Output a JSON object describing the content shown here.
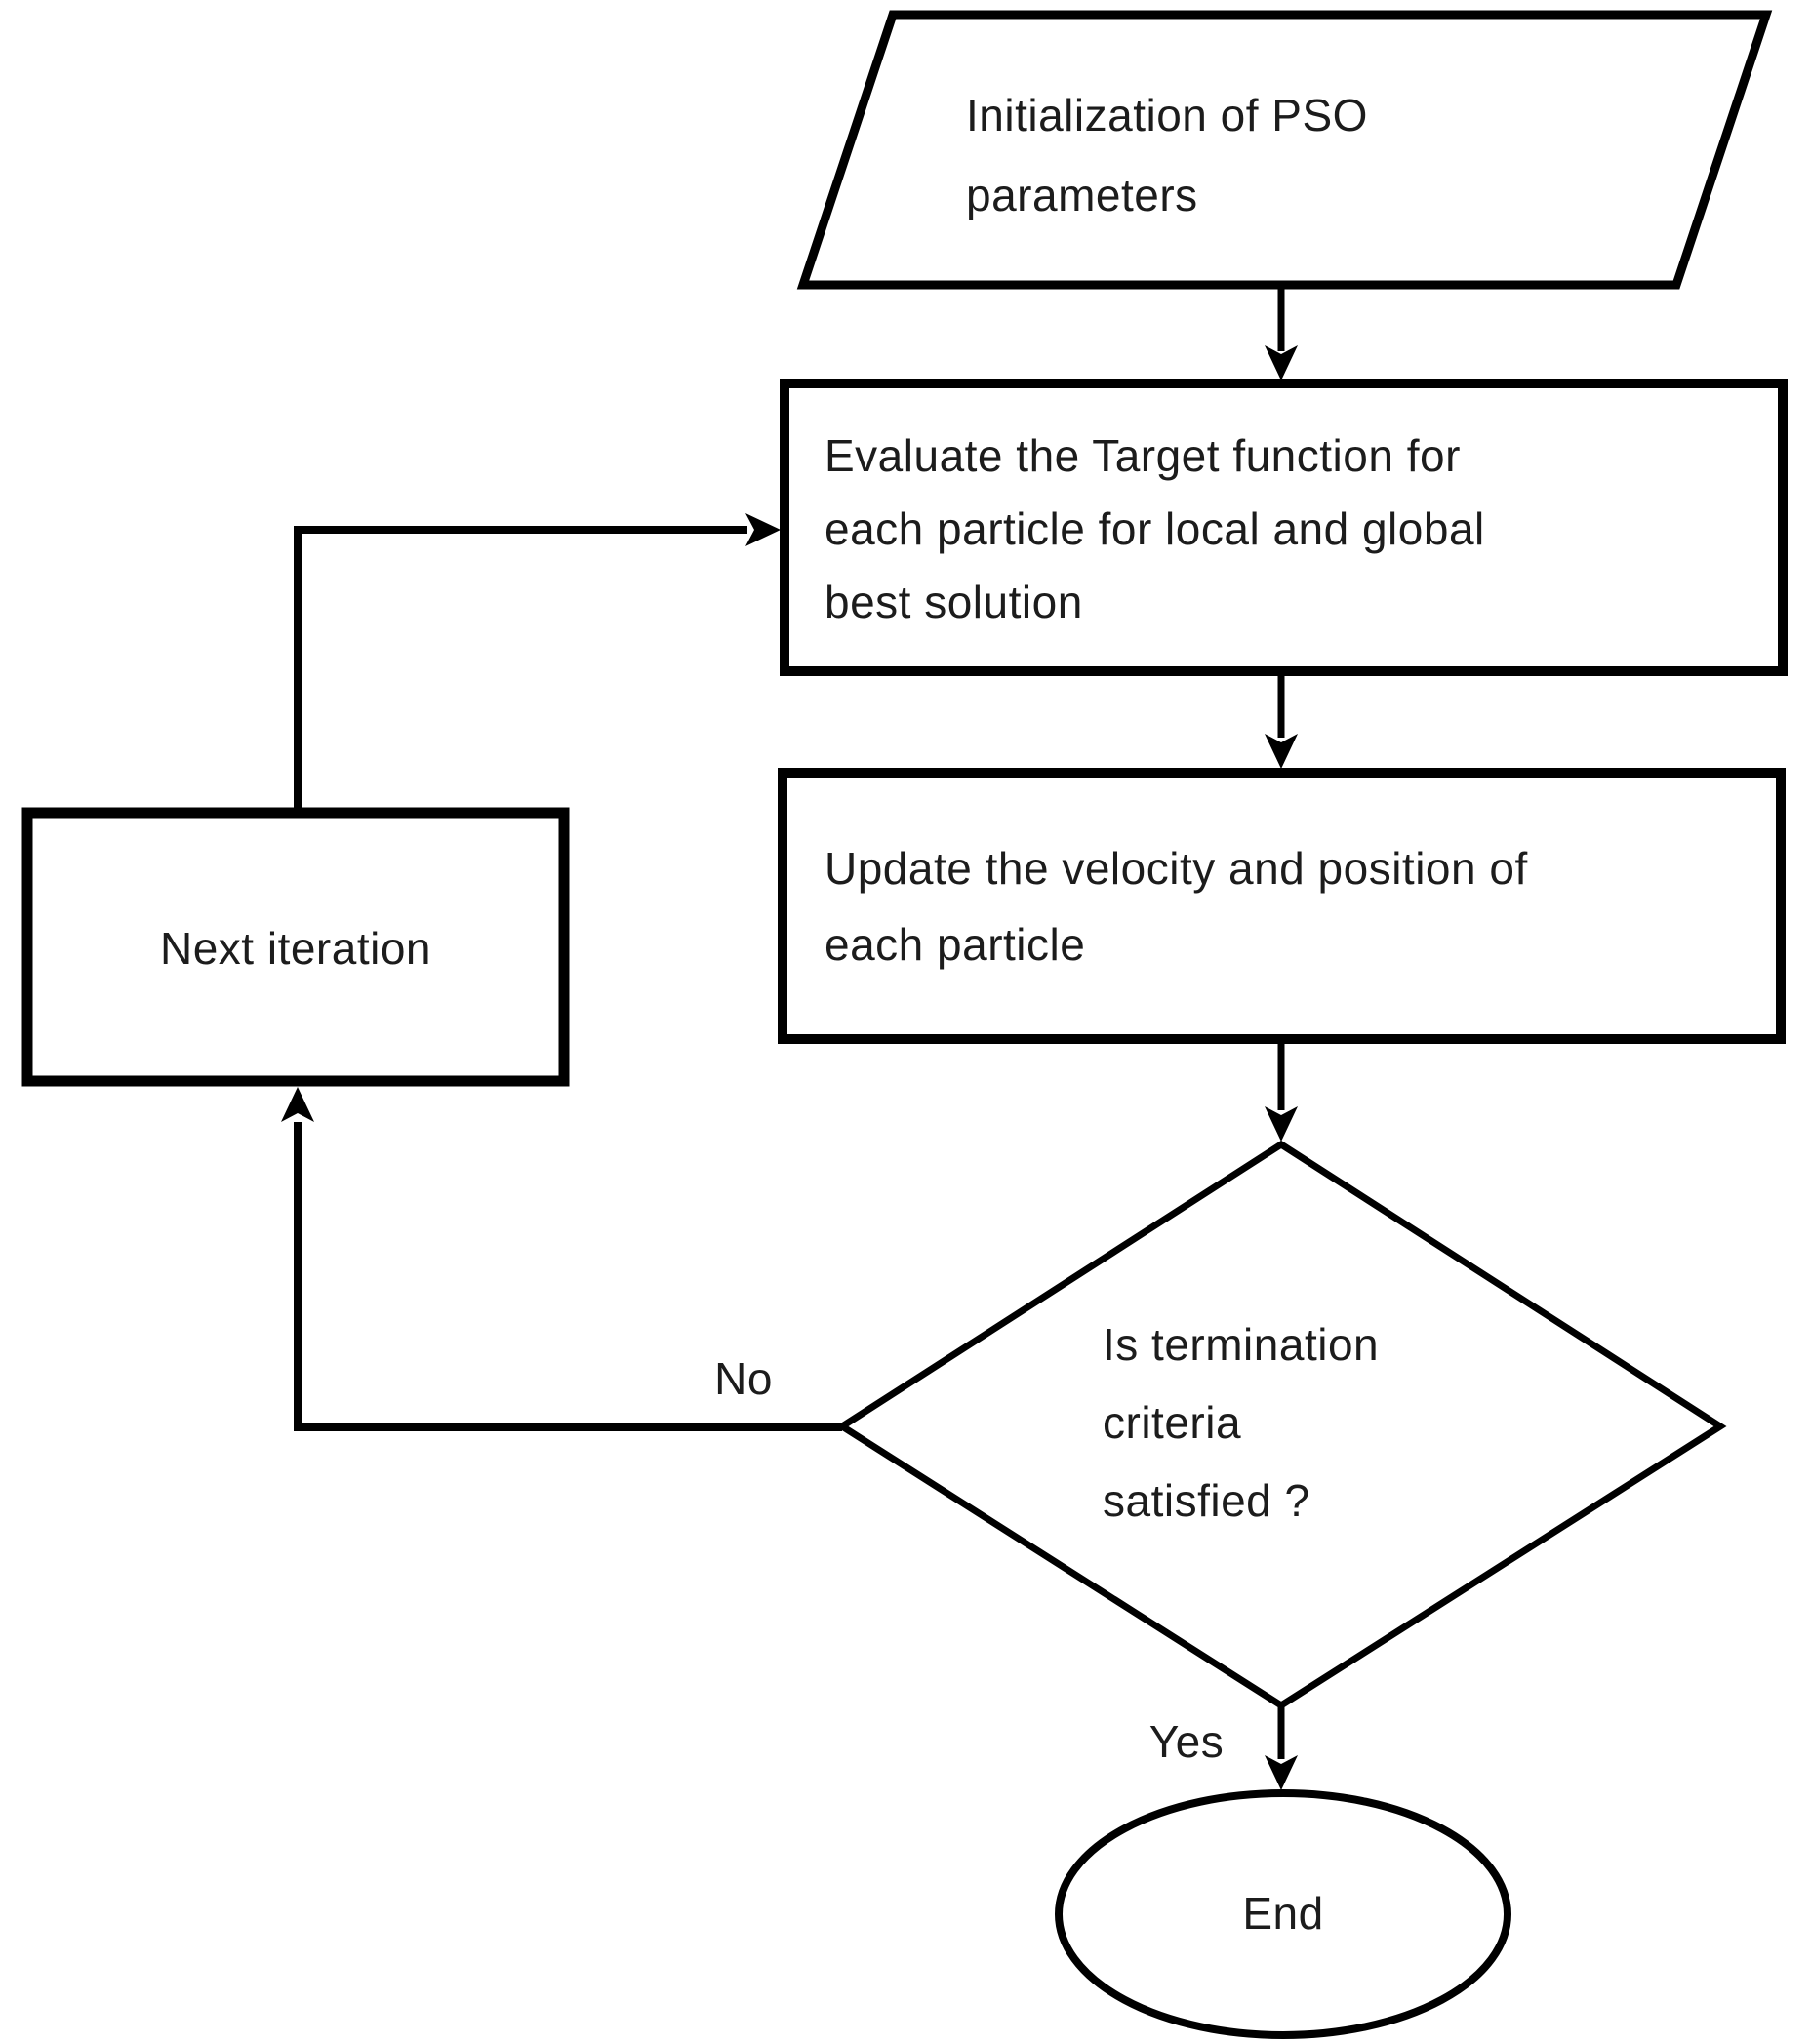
{
  "nodes": {
    "init": {
      "shape": "parallelogram",
      "lines": [
        "Initialization of PSO",
        "parameters"
      ]
    },
    "evaluate": {
      "shape": "rectangle",
      "lines": [
        "Evaluate the Target function for",
        "each particle for local and global",
        "best solution"
      ]
    },
    "update": {
      "shape": "rectangle",
      "lines": [
        "Update the velocity and position of",
        "each particle"
      ]
    },
    "next_iteration": {
      "shape": "rectangle",
      "lines": [
        "Next iteration"
      ]
    },
    "decision": {
      "shape": "diamond",
      "lines": [
        "Is termination",
        "criteria",
        "satisfied ?"
      ]
    },
    "end": {
      "shape": "ellipse",
      "lines": [
        "End"
      ]
    }
  },
  "edge_labels": {
    "no": "No",
    "yes": "Yes"
  },
  "colors": {
    "stroke": "#000000",
    "text": "#1c1c1c",
    "background": "#ffffff"
  }
}
